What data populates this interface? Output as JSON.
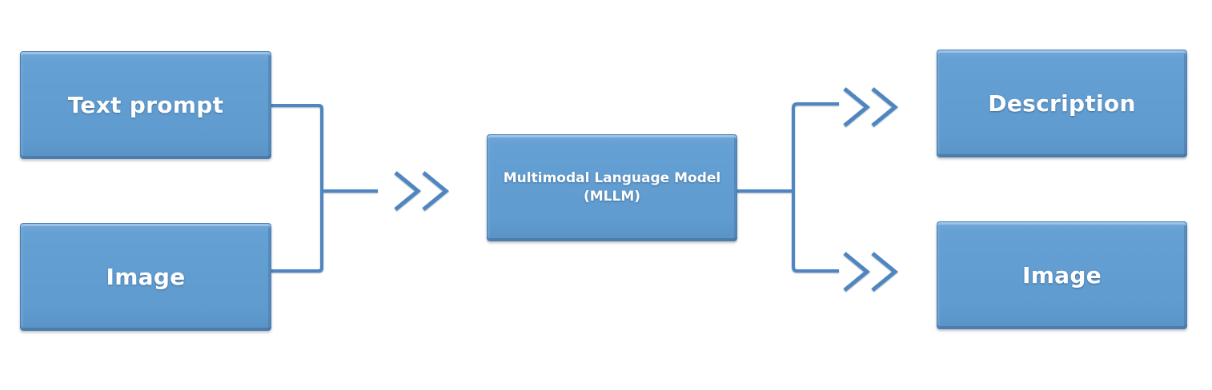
{
  "inputs": {
    "text_prompt": "Text prompt",
    "image": "Image"
  },
  "model": {
    "line1": "Multimodal Language Model",
    "line2": "(MLLM)"
  },
  "outputs": {
    "description": "Description",
    "image": "Image"
  },
  "colors": {
    "box_fill": "#5f9bcf",
    "box_border": "#4d7fb3",
    "connector": "#4f86c0",
    "label": "#ffffff"
  },
  "icons": {
    "forward_arrow": "double-chevron-right"
  }
}
